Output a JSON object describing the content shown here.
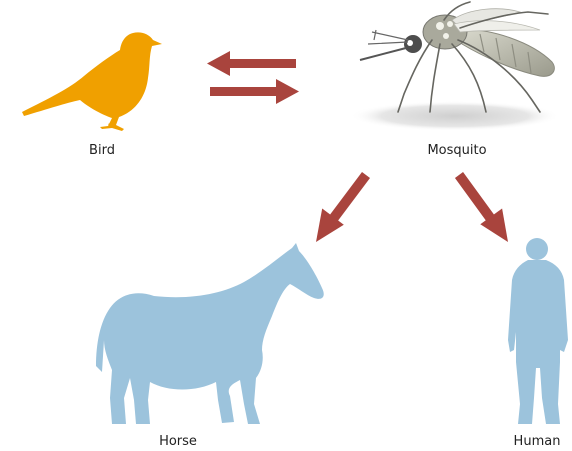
{
  "labels": {
    "bird": "Bird",
    "mosquito": "Mosquito",
    "horse": "Horse",
    "human": "Human"
  },
  "colors": {
    "bird": "#f0a000",
    "arrow": "#a9443d",
    "animal": "#9cc3dc",
    "mosquito_body": "#b9b9ad",
    "mosquito_dark": "#555555",
    "shadow": "#d9d9d9"
  },
  "icons": {
    "bird": "bird-silhouette-icon",
    "mosquito": "mosquito-icon",
    "horse": "horse-silhouette-icon",
    "human": "human-silhouette-icon"
  }
}
